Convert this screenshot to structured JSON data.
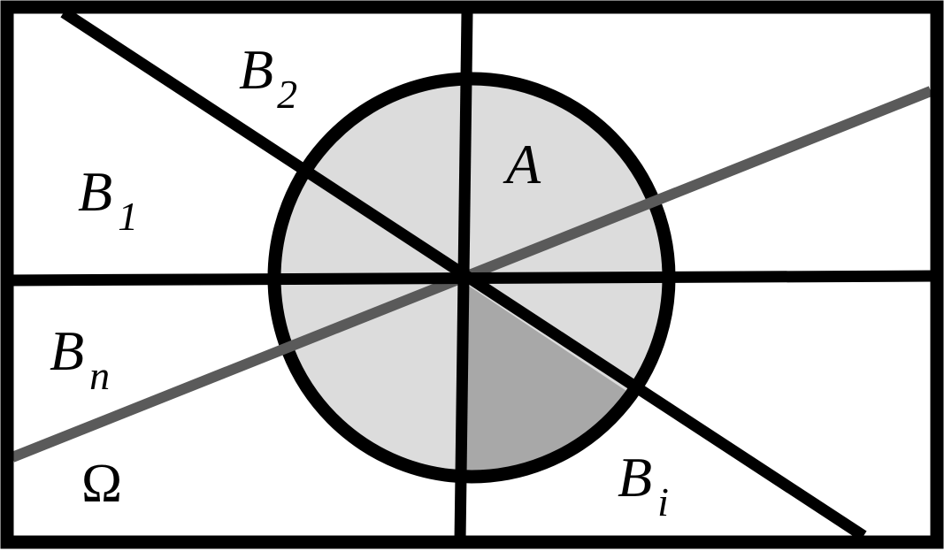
{
  "diagram": {
    "labels": {
      "A": "A",
      "B": "B",
      "sub_1": "1",
      "sub_2": "2",
      "sub_n": "n",
      "sub_i": "i",
      "omega": "Ω"
    },
    "colors": {
      "frame": "#000000",
      "disk_fill": "#dcdcdc",
      "highlight_sector": "#a8a8a8",
      "gray_line": "#5a5a5a",
      "background": "#ffffff"
    }
  }
}
